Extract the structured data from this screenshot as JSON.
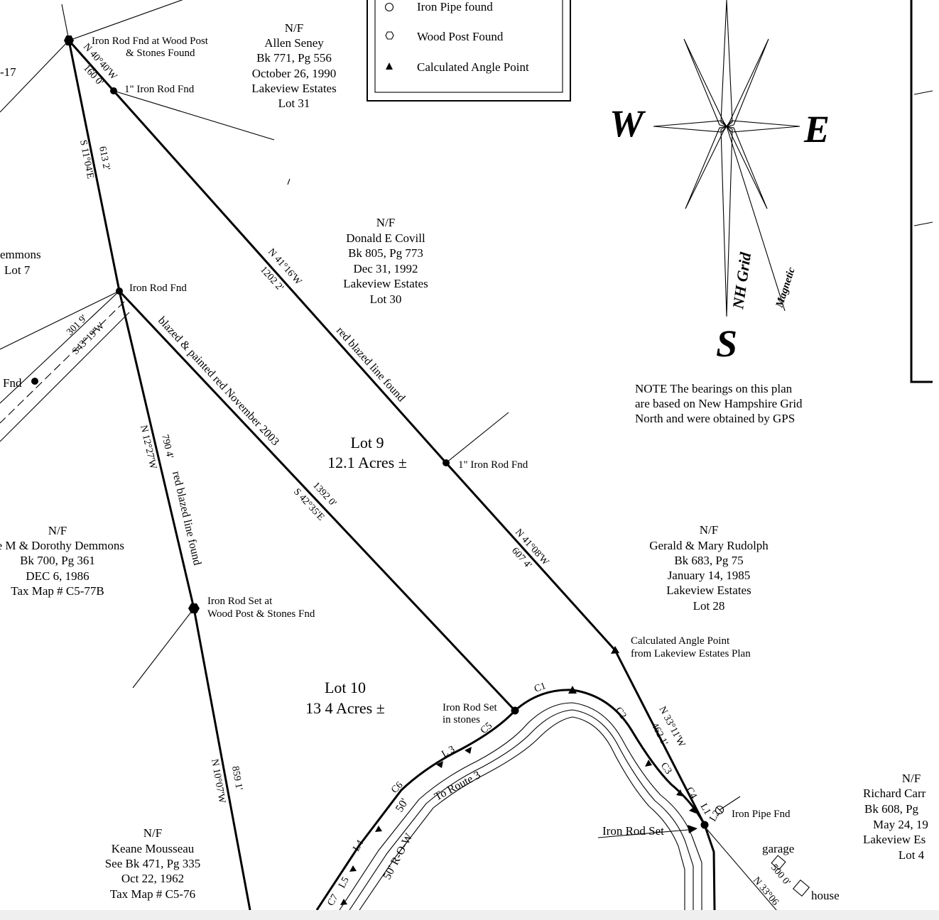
{
  "legend": {
    "items": [
      {
        "symbol": "circle-open",
        "label": "Iron Pipe found"
      },
      {
        "symbol": "hexagon-open",
        "label": "Wood Post Found"
      },
      {
        "symbol": "triangle-filled",
        "label": "Calculated Angle Point"
      }
    ]
  },
  "compass": {
    "west": "W",
    "east": "E",
    "south": "S",
    "grid_label": "NH Grid",
    "magnetic_label": "Magnetic"
  },
  "note": {
    "line1": "NOTE  The bearings on this plan",
    "line2": "are based on New Hampshire Grid",
    "line3": "North and were obtained by GPS"
  },
  "owners": {
    "seney": [
      "N/F",
      "Allen Seney",
      "Bk  771, Pg  556",
      "October 26, 1990",
      "Lakeview Estates",
      "Lot 31"
    ],
    "covill": [
      "N/F",
      "Donald E  Covill",
      "Bk  805, Pg  773",
      "Dec  31, 1992",
      "Lakeview Estates",
      "Lot 30"
    ],
    "rudolph": [
      "N/F",
      "Gerald & Mary Rudolph",
      "Bk  683, Pg  75",
      "January 14, 1985",
      "Lakeview Estates",
      "Lot 28"
    ],
    "demmons": [
      "N/F",
      "ge M  & Dorothy Demmons",
      "Bk  700, Pg  361",
      "DEC  6, 1986",
      "Tax Map # C5-77B"
    ],
    "mousseau": [
      "N/F",
      "Keane Mousseau",
      "See Bk  471, Pg  335",
      "Oct  22, 1962",
      "Tax Map # C5-76"
    ],
    "carr": [
      "N/F",
      "Richard Carr",
      "Bk  608, Pg",
      "May 24, 19",
      "Lakeview Es",
      "Lot 4"
    ],
    "lot7": [
      "emmons",
      "Lot 7"
    ],
    "edge17": "-17",
    "fnd_left": "Fnd"
  },
  "lots": {
    "lot9": {
      "name": "Lot 9",
      "area": "12.1 Acres ±"
    },
    "lot10": {
      "name": "Lot 10",
      "area": "13 4 Acres ±"
    }
  },
  "monuments": {
    "top_corner": [
      "Iron Rod Fnd at Wood Post",
      "& Stones Found"
    ],
    "iron_rod_1in_top": "1\" Iron Rod Fnd",
    "iron_rod_fnd_mid": "Iron Rod Fnd",
    "iron_rod_1in_mid": "1\" Iron Rod Fnd",
    "iron_rod_set_post": [
      "Iron Rod Set at",
      "Wood Post & Stones Fnd"
    ],
    "calc_angle": [
      "Calculated Angle Point",
      "from Lakeview Estates Plan"
    ],
    "iron_rod_set_stones": [
      "Iron Rod Set",
      "in stones"
    ],
    "iron_pipe_fnd": "Iron Pipe Fnd",
    "iron_rod_set": "Iron Rod Set"
  },
  "bearings": {
    "n40": "N 40°40'W",
    "d160": "160 0'",
    "s11": "S 11°04'E",
    "d613": "613 2'",
    "n41_16": "N 41°16'W",
    "d1202": "1202 2'",
    "red_blazed_1": "red blazed line found",
    "d301": "301 9'",
    "s43": "S43°19'W",
    "blazed_painted": "blazed & painted red November 2003",
    "d1392": "1392 0'",
    "s42": "S 42°35'E",
    "n12": "N 12°27'W",
    "d790": "790 4'",
    "red_blazed_2": "red blazed line found",
    "n41_08": "N 41°08'W",
    "d607": "607 4'",
    "n33_11": "N 33°11'W",
    "d462": "462 1'",
    "n10": "N 10°07'W",
    "d859": "859 1'",
    "n33_06": "N 33°06",
    "d500": "500 0'"
  },
  "road": {
    "c1": "C1",
    "c2": "C2",
    "c3": "C3",
    "c4": "C4",
    "c5": "C5",
    "c6": "C6",
    "c7": "C7",
    "l1": "L1",
    "l2": "L2",
    "l3": "L 3",
    "l4": "L4",
    "l5": "L5",
    "width": "50'",
    "row": "50' R-O-W",
    "to_route": "To Route 3"
  },
  "structures": {
    "garage": "garage",
    "house": "house"
  }
}
